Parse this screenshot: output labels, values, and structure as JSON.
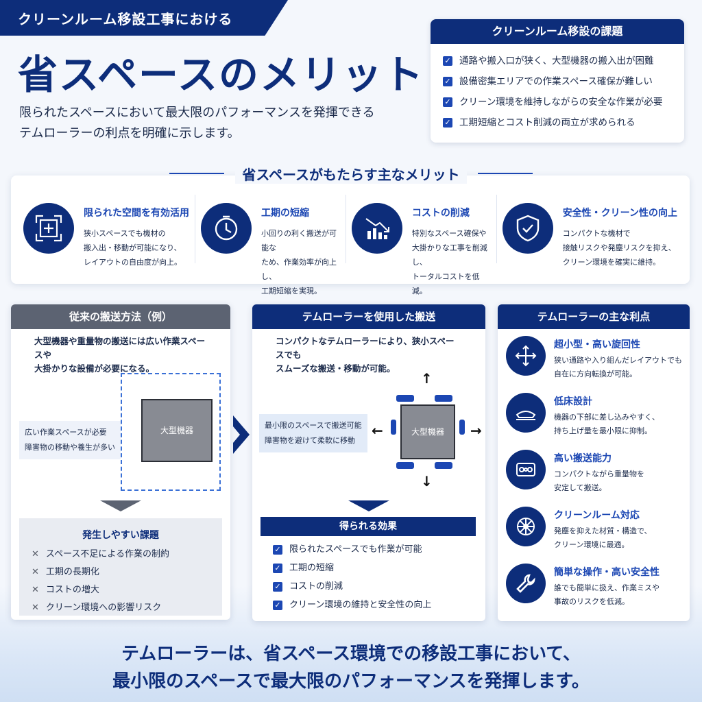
{
  "header": {
    "ribbon": "クリーンルーム移設工事における",
    "title": "省スペースのメリット",
    "subtitle": "限られたスペースにおいて最大限のパフォーマンスを発揮できる\nテムローラーの利点を明確に示します。"
  },
  "issues": {
    "title": "クリーンルーム移設の課題",
    "items": [
      "通路や搬入口が狭く、大型機器の搬入出が困難",
      "設備密集エリアでの作業スペース確保が難しい",
      "クリーン環境を維持しながらの安全な作業が必要",
      "工期短縮とコスト削減の両立が求められる"
    ]
  },
  "merits": {
    "title": "省スペースがもたらす主なメリット",
    "items": [
      {
        "title": "限られた空間を有効活用",
        "desc": "狭小スペースでも機材の\n搬入出・移動が可能になり、\nレイアウトの自由度が向上。",
        "icon": "expand-space-icon"
      },
      {
        "title": "工期の短縮",
        "desc": "小回りの利く搬送が可能な\nため、作業効率が向上し、\n工期短縮を実現。",
        "icon": "clock-icon"
      },
      {
        "title": "コストの削減",
        "desc": "特別なスペース確保や\n大掛かりな工事を削減し、\nトータルコストを低減。",
        "icon": "cost-down-chart-icon"
      },
      {
        "title": "安全性・クリーン性の向上",
        "desc": "コンパクトな機材で\n接触リスクや発塵リスクを抑え、\nクリーン環境を確実に維持。",
        "icon": "shield-check-icon"
      }
    ]
  },
  "conventional": {
    "title": "従来の搬送方法（例）",
    "intro": "大型機器や重量物の搬送には広い作業スペースや\n大掛かりな設備が必要になる。",
    "note_lines": [
      "広い作業スペースが必要",
      "障害物の移動や養生が多い"
    ],
    "machine": "大型機器",
    "result_title": "発生しやすい課題",
    "results": [
      "スペース不足による作業の制約",
      "工期の長期化",
      "コストの増大",
      "クリーン環境への影響リスク"
    ]
  },
  "temroller": {
    "title": "テムローラーを使用した搬送",
    "intro": "コンパクトなテムローラーにより、狭小スペースでも\nスムーズな搬送・移動が可能。",
    "note_lines": [
      "最小限のスペースで搬送可能",
      "障害物を避けて柔軟に移動"
    ],
    "machine": "大型機器",
    "result_title": "得られる効果",
    "results": [
      "限られたスペースでも作業が可能",
      "工期の短縮",
      "コストの削減",
      "クリーン環境の維持と安全性の向上"
    ]
  },
  "features": {
    "title": "テムローラーの主な利点",
    "items": [
      {
        "title": "超小型・高い旋回性",
        "desc": "狭い通路や入り組んだレイアウトでも\n自在に方向転換が可能。",
        "icon": "four-way-arrows-icon"
      },
      {
        "title": "低床設計",
        "desc": "機器の下部に差し込みやすく、\n持ち上げ量を最小限に抑制。",
        "icon": "low-platform-icon"
      },
      {
        "title": "高い搬送能力",
        "desc": "コンパクトながら重量物を\n安定して搬送。",
        "icon": "roller-wheels-icon"
      },
      {
        "title": "クリーンルーム対応",
        "desc": "発塵を抑えた材質・構造で、\nクリーン環境に最適。",
        "icon": "cleanroom-wheel-icon"
      },
      {
        "title": "簡単な操作・高い安全性",
        "desc": "誰でも簡単に扱え、作業ミスや\n事故のリスクを低減。",
        "icon": "wrench-icon"
      }
    ]
  },
  "footer": "テムローラーは、省スペース環境での移設工事において、\n最小限のスペースで最大限のパフォーマンスを発揮します。",
  "colors": {
    "primary": "#0d2d7a",
    "accent": "#1c47b3",
    "gray": "#5c6372"
  }
}
